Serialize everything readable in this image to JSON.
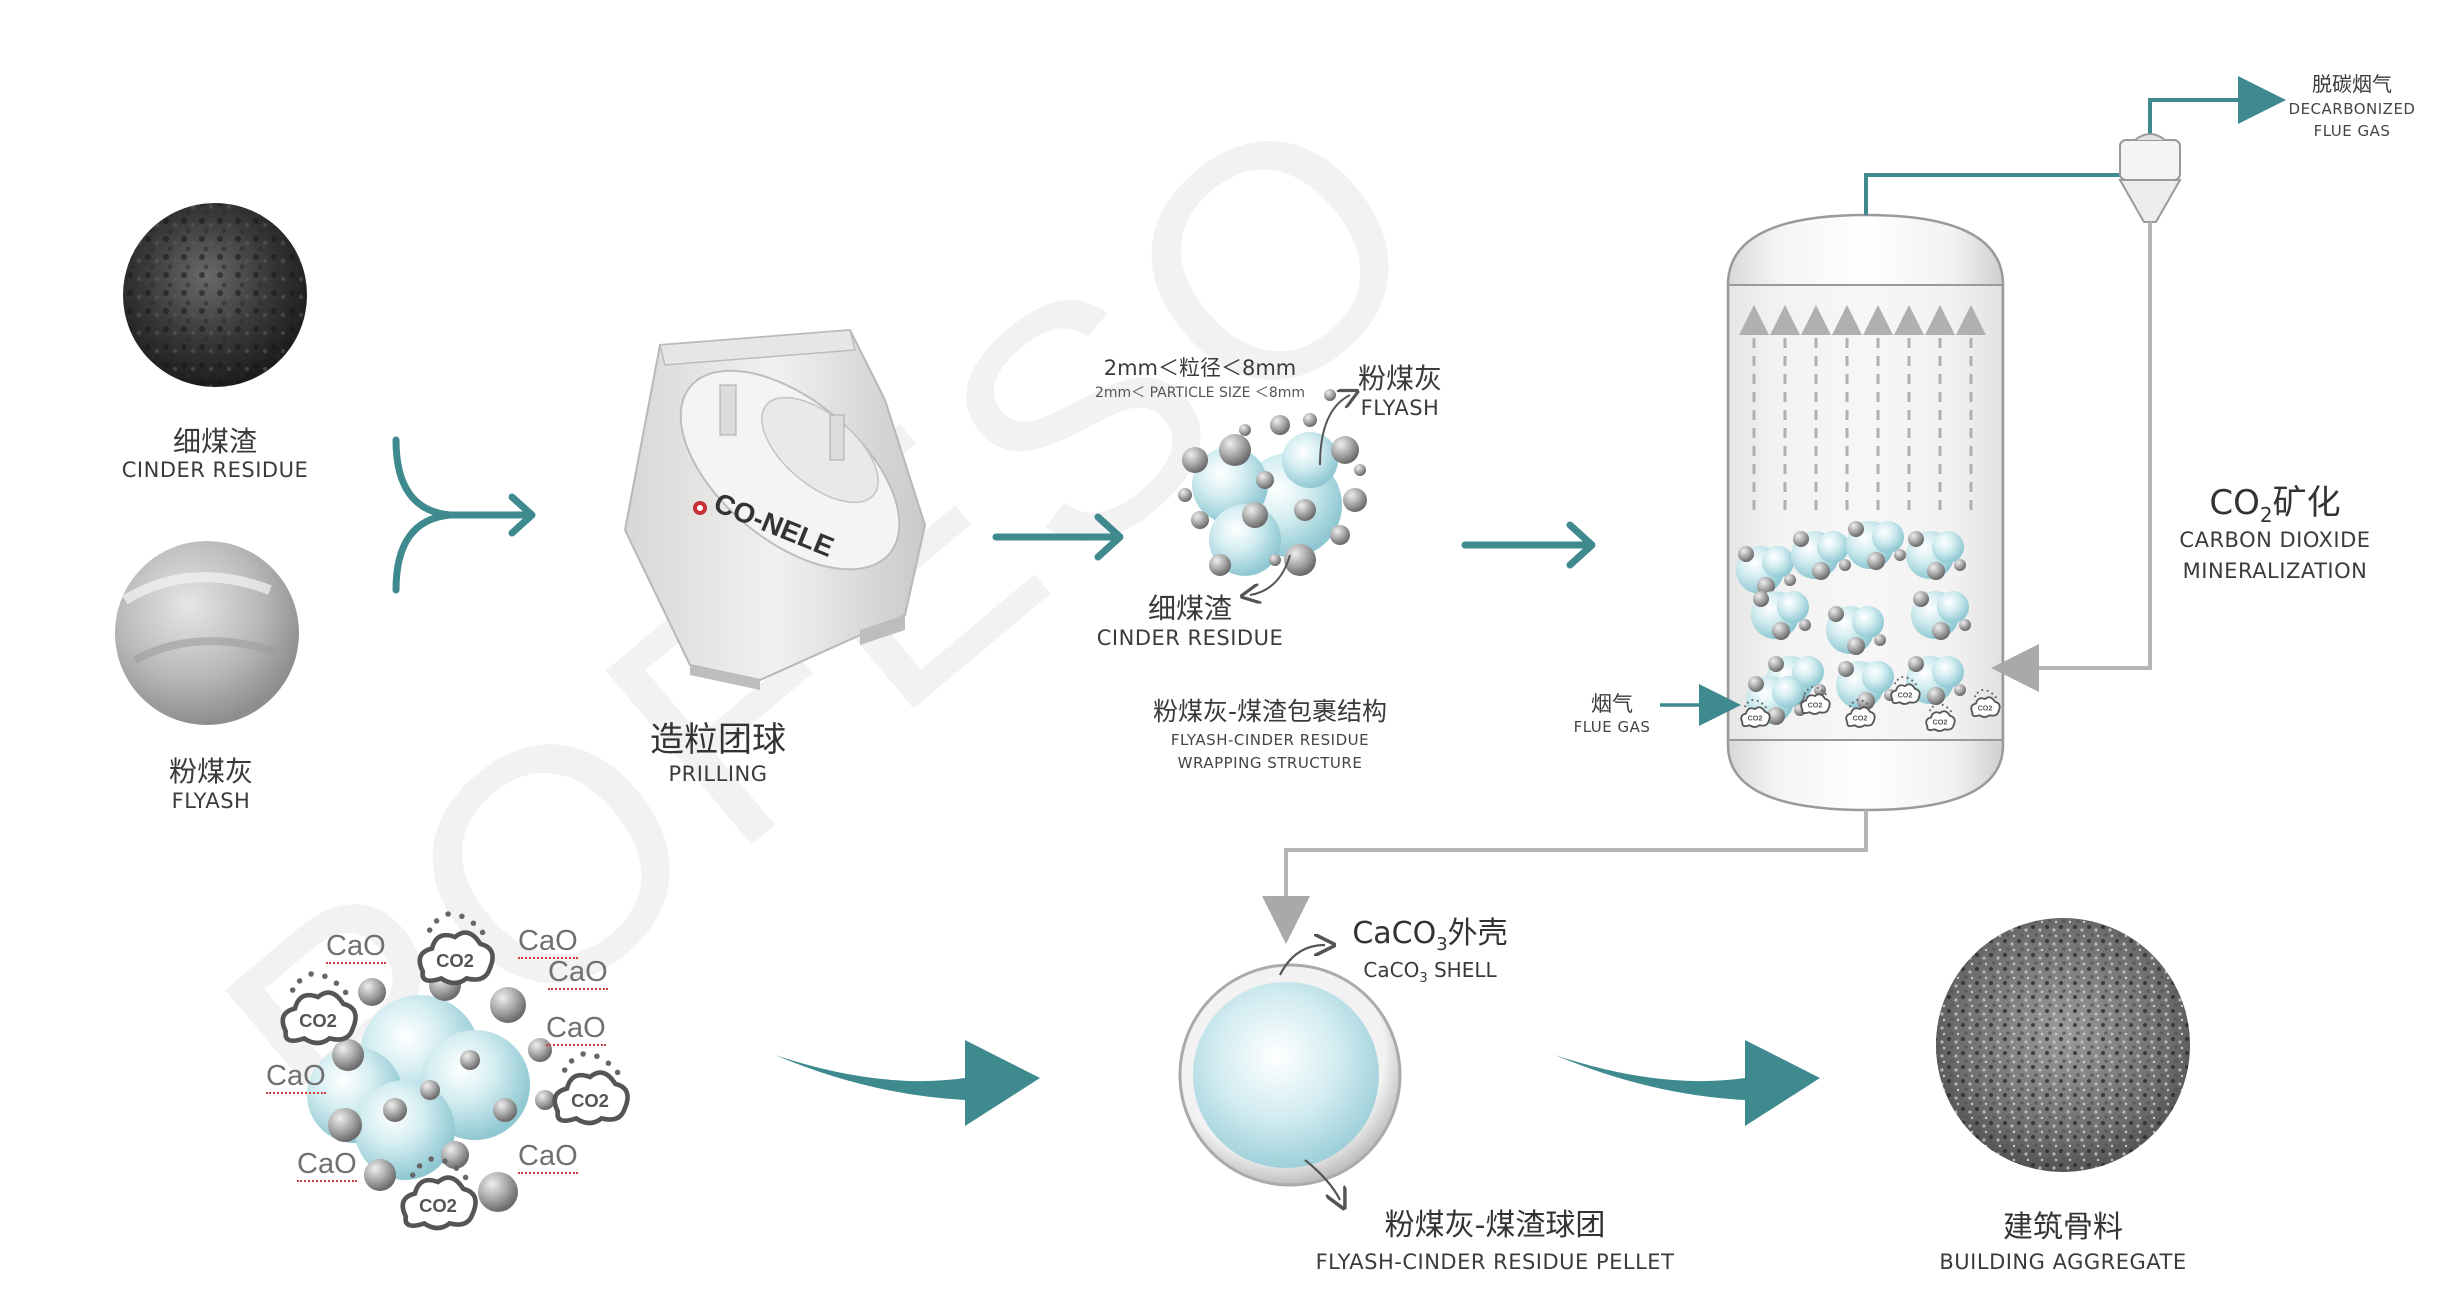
{
  "watermark": "POFESO",
  "machine_brand": "CO-NELE",
  "colors": {
    "teal": "#3f8a8f",
    "gray_line": "#b5b5b5",
    "bubble": "#bfe3ea",
    "ball": "#9a9a9a"
  },
  "inputs": {
    "cinder": {
      "cn": "细煤渣",
      "en": "CINDER RESIDUE"
    },
    "flyash": {
      "cn": "粉煤灰",
      "en": "FLYASH"
    }
  },
  "prilling": {
    "cn": "造粒团球",
    "en": "PRILLING"
  },
  "particle": {
    "size_cn": "2mm＜粒径＜8mm",
    "size_en": "2mm＜ PARTICLE SIZE ＜8mm",
    "flyash_cn": "粉煤灰",
    "flyash_en": "FLYASH",
    "cinder_cn": "细煤渣",
    "cinder_en": "CINDER RESIDUE",
    "structure_cn": "粉煤灰-煤渣包裹结构",
    "structure_en_1": "FLYASH-CINDER RESIDUE",
    "structure_en_2": "WRAPPING STRUCTURE"
  },
  "reactor": {
    "outlet_cn": "脱碳烟气",
    "outlet_en_1": "DECARBONIZED",
    "outlet_en_2": "FLUE GAS",
    "flue_cn": "烟气",
    "flue_en": "FLUE GAS",
    "min_title_main": "CO",
    "min_title_sub": "2",
    "min_title_cn": "矿化",
    "min_en_1": "CARBON DIOXIDE",
    "min_en_2": "MINERALIZATION",
    "bubble_label": "CO2"
  },
  "reaction": {
    "cao_label": "CaO",
    "co2_label": "CO2"
  },
  "pellet": {
    "shell_main": "CaCO",
    "shell_sub": "3",
    "shell_cn": "外壳",
    "shell_en_main": "CaCO",
    "shell_en_sub": "3",
    "shell_en_rest": " SHELL",
    "name_cn": "粉煤灰-煤渣球团",
    "name_en": "FLYASH-CINDER RESIDUE PELLET"
  },
  "aggregate": {
    "cn": "建筑骨料",
    "en": "BUILDING AGGREGATE"
  }
}
